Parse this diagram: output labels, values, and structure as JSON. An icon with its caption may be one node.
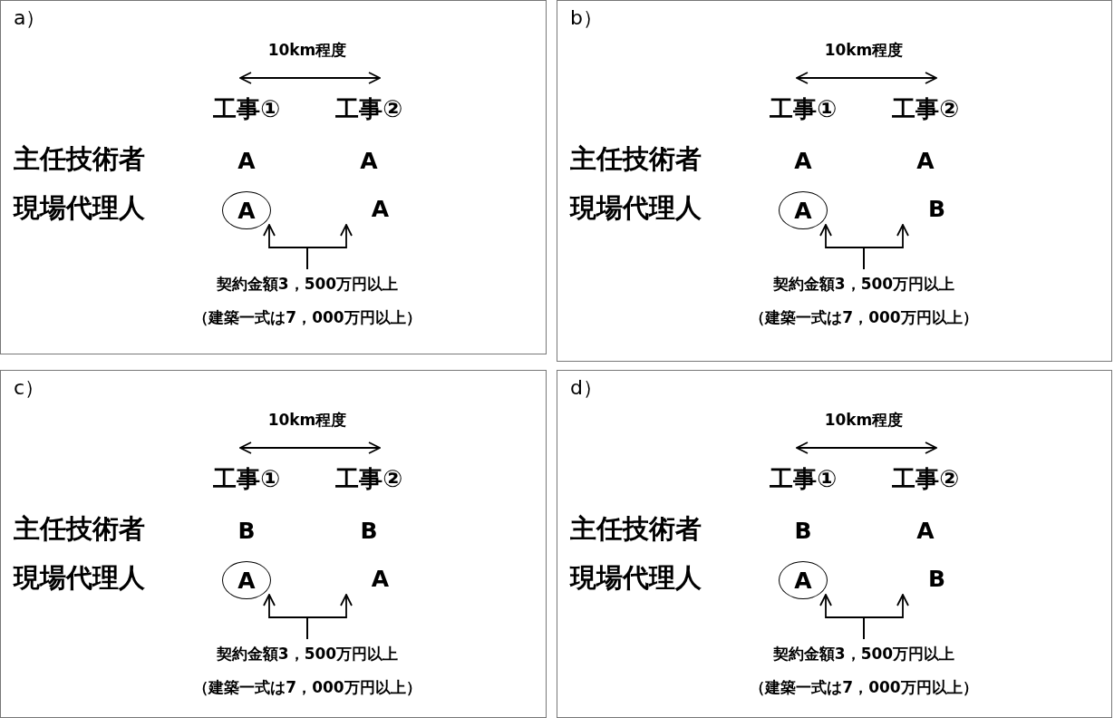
{
  "diagram": {
    "nodes": [
      {
        "text": [
          "a）"
        ]
      },
      {
        "text": [
          "A"
        ],
        "in": 0
      },
      {
        "text": [
          "A"
        ],
        "in": 0
      },
      {
        "text": [
          "契約金額3，500万円以上",
          "（建築一式は7，000万円以上）"
        ],
        "in": 0
      },
      {
        "text": [
          "b）"
        ]
      },
      {
        "text": [
          "A"
        ],
        "in": 4
      },
      {
        "text": [
          "B"
        ],
        "in": 4
      },
      {
        "text": [
          "契約金額3，500万円以上",
          "（建築一式は7，000万円以上）"
        ],
        "in": 4
      },
      {
        "text": [
          "c）"
        ]
      },
      {
        "text": [
          "A"
        ],
        "in": 8
      },
      {
        "text": [
          "A"
        ],
        "in": 8
      },
      {
        "text": [
          "契約金額3，500万円以上",
          "（建築一式は7，000万円以上）"
        ],
        "in": 8
      },
      {
        "text": [
          "d）"
        ]
      },
      {
        "text": [
          "A"
        ],
        "in": 12
      },
      {
        "text": [
          "B"
        ],
        "in": 12
      },
      {
        "text": [
          "契約金額3，500万円以上",
          "（建築一式は7，000万円以上）"
        ],
        "in": 12
      }
    ],
    "edges": [
      {
        "from": 3,
        "to": 1,
        "arrow": "to"
      },
      {
        "from": 3,
        "to": 2,
        "arrow": "to"
      },
      {
        "from": 7,
        "to": 5,
        "arrow": "to"
      },
      {
        "from": 7,
        "to": 6,
        "arrow": "to"
      },
      {
        "from": 11,
        "to": 9,
        "arrow": "to"
      },
      {
        "from": 11,
        "to": 10,
        "arrow": "to"
      },
      {
        "from": 15,
        "to": 13,
        "arrow": "to"
      },
      {
        "from": 15,
        "to": 14,
        "arrow": "to"
      }
    ],
    "labels": [
      "10km程度",
      "工事①",
      "工事②",
      "主任技術者",
      "A",
      "A",
      "現場代理人",
      "10km程度",
      "工事①",
      "工事②",
      "主任技術者",
      "A",
      "A",
      "現場代理人",
      "10km程度",
      "工事①",
      "工事②",
      "主任技術者",
      "B",
      "B",
      "現場代理人",
      "10km程度",
      "工事①",
      "工事②",
      "主任技術者",
      "B",
      "A",
      "現場代理人"
    ]
  }
}
